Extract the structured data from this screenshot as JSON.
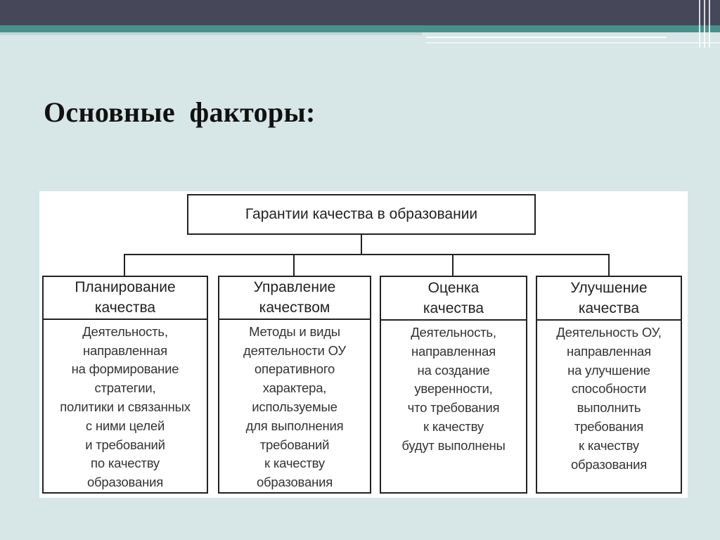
{
  "title": "Основные  факторы:",
  "diagram": {
    "root": "Гарантии качества в образовании",
    "columns": [
      {
        "heading": "Планирование\nкачества",
        "text": "Деятельность,\nнаправленная\nна формирование\nстратегии,\nполитики и связанных\nс ними целей\nи требований\nпо качеству\nобразования"
      },
      {
        "heading": "Управление\nкачеством",
        "text": "Методы и виды\nдеятельности ОУ\nоперативного\nхарактера,\nиспользуемые\nдля выполнения\nтребований\nк качеству\nобразования"
      },
      {
        "heading": "Оценка\nкачества",
        "text": "Деятельность,\nнаправленная\nна создание\nуверенности,\nчто требования\nк качеству\nбудут выполнены"
      },
      {
        "heading": "Улучшение\nкачества",
        "text": "Деятельность ОУ,\nнаправленная\nна улучшение\nспособности\nвыполнить\nтребования\nк качеству\nобразования"
      }
    ]
  }
}
